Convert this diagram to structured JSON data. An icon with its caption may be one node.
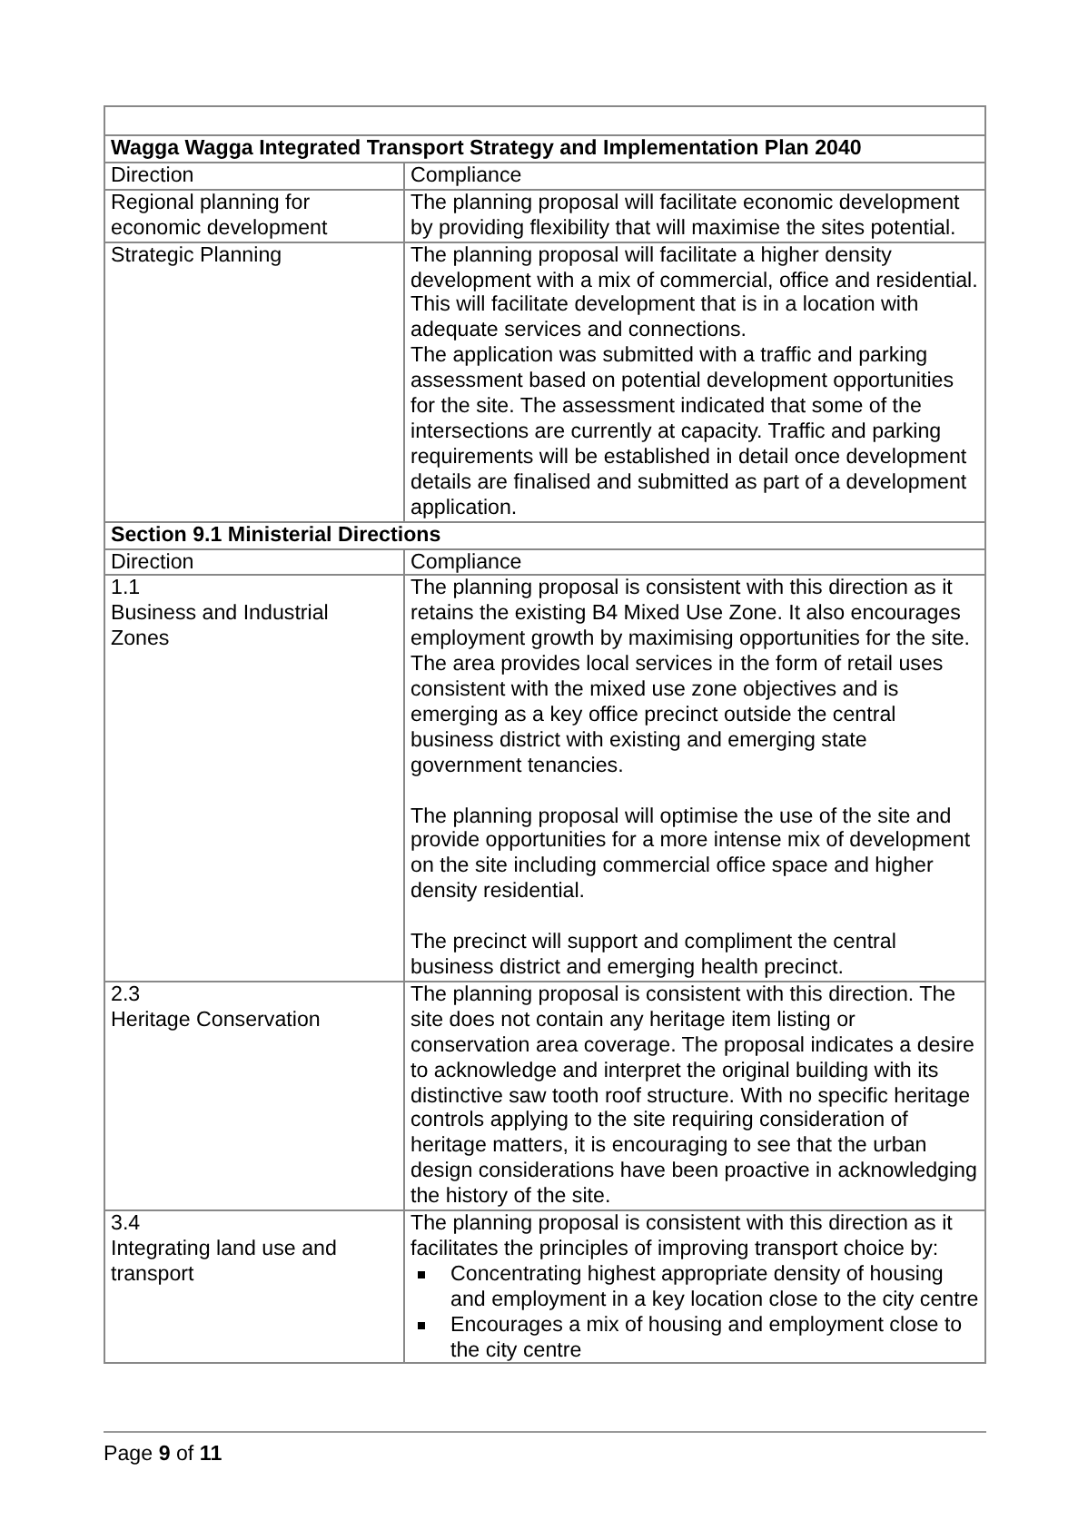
{
  "diagram": {
    "labels": [
      "Wagga Wagga Integrated Transport Strategy and Implementation Plan 2040",
      "Direction",
      "Compliance",
      "Regional planning for economic development",
      "The planning proposal will facilitate economic development by providing flexibility that will maximise the sites potential.",
      "Strategic Planning",
      "The planning proposal will facilitate a higher density development with a mix of commercial, office and residential. This will facilitate development that is in a location with adequate services and connections.",
      "The application was submitted with a traffic and parking assessment based on potential development opportunities for the site. The assessment indicated that some of the intersections are currently at capacity. Traffic and parking requirements will be established in detail once development details are finalised and submitted as part of a development application.",
      "Section 9.1 Ministerial Directions",
      "Direction",
      "Compliance",
      "1.1",
      "Business and Industrial Zones",
      "The planning proposal is consistent with this direction as it retains the existing B4 Mixed Use Zone. It also encourages employment growth by maximising opportunities for the site. The area provides local services in the form of retail uses consistent with the mixed use zone objectives and is emerging as a key office precinct outside the central business district with existing and emerging state government tenancies.",
      "The planning proposal will optimise the use of the site and provide opportunities for a more intense mix of development on the site including commercial office space and higher density residential.",
      "The precinct will support and compliment the central business district and emerging health precinct.",
      "2.3",
      "Heritage Conservation",
      "The planning proposal is consistent with this direction. The site does not contain any heritage item listing or conservation area coverage. The proposal indicates a desire to acknowledge and interpret the original building with its distinctive saw tooth roof structure. With no specific heritage controls applying to the site requiring consideration of heritage matters, it is encouraging to see that the urban design considerations have been proactive in acknowledging the history of the site.",
      "3.4",
      "Integrating land use and transport",
      "The planning proposal is consistent with this direction as it facilitates the principles of improving transport choice by:",
      "Concentrating highest appropriate density of housing and employment in a key location close to the city centre",
      "Encourages a mix of housing and employment close to the city centre",
      "Page **9** of **11**"
    ]
  }
}
